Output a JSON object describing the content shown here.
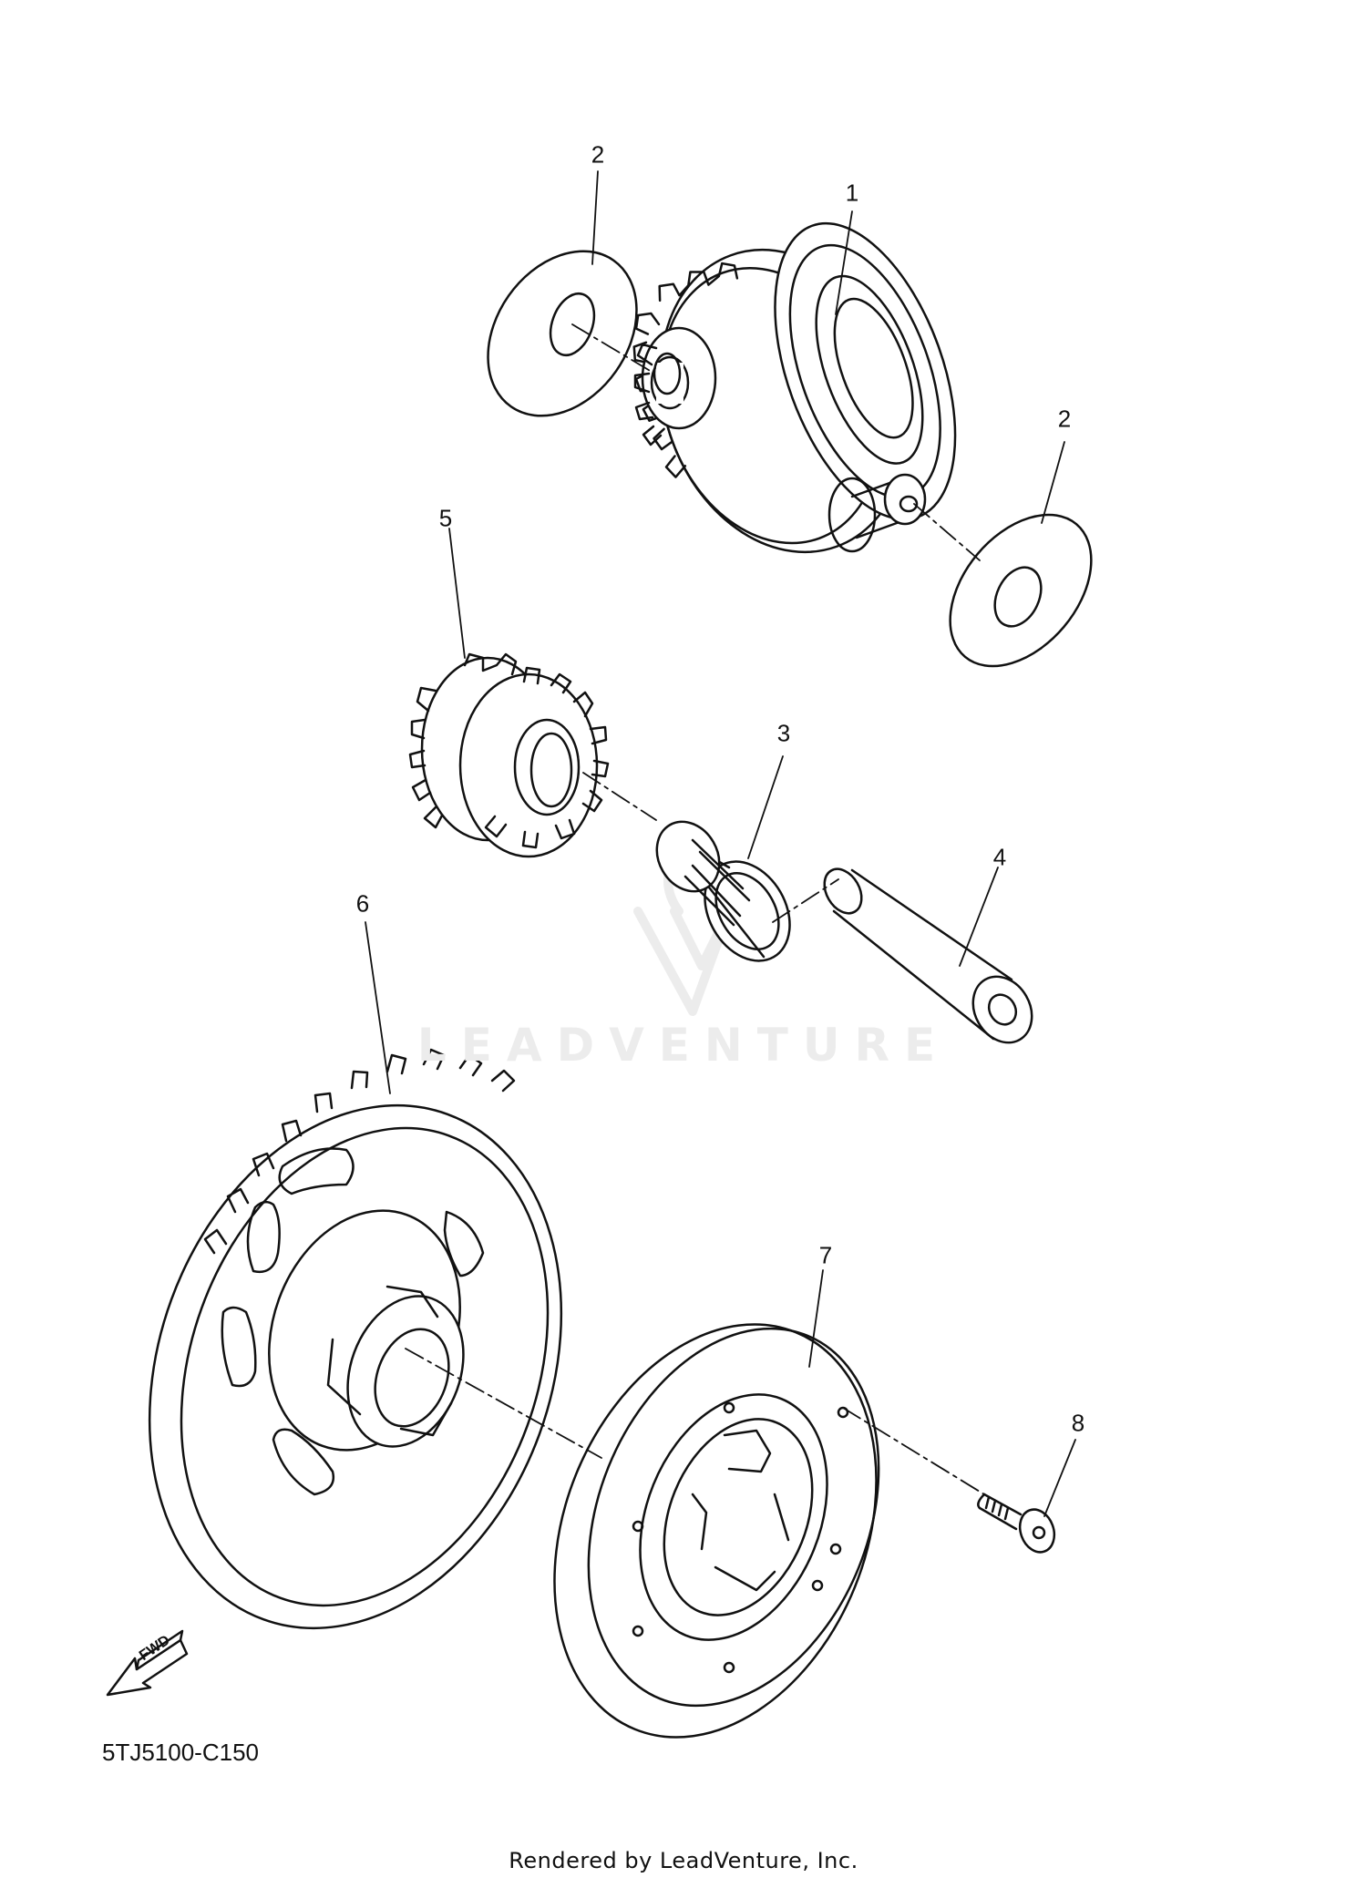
{
  "callouts": {
    "c1": "1",
    "c2a": "2",
    "c2b": "2",
    "c3": "3",
    "c4": "4",
    "c5": "5",
    "c6": "6",
    "c7": "7",
    "c8": "8"
  },
  "fwd_label": "FWD",
  "diagram_code": "5TJ5100-C150",
  "watermark": "LEADVENTURE",
  "render_credit": "Rendered by LeadVenture, Inc.",
  "colors": {
    "line": "#111111",
    "watermark": "#ececec"
  }
}
